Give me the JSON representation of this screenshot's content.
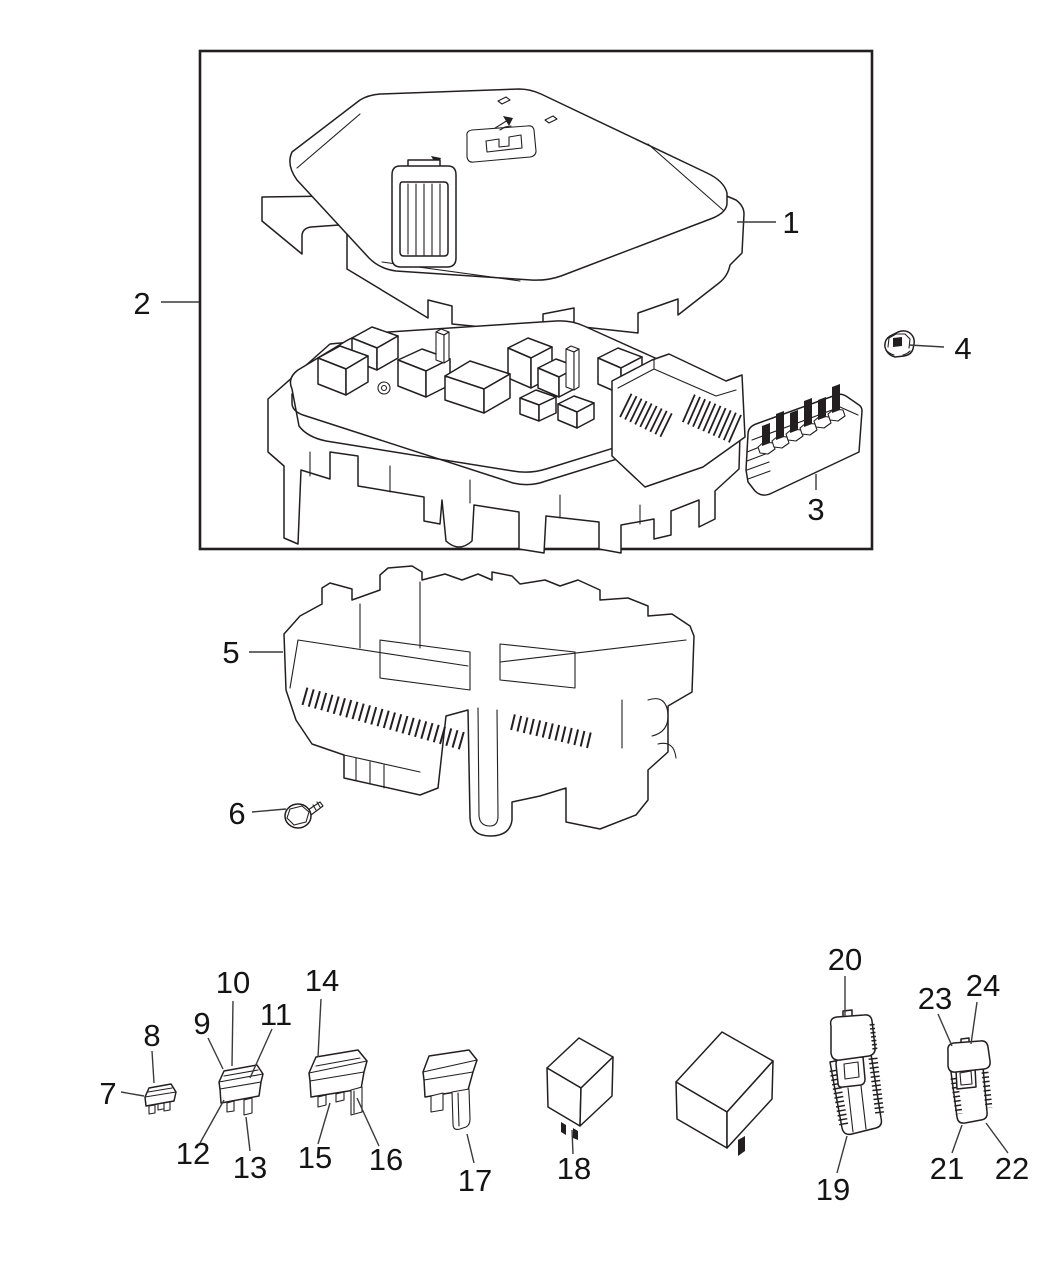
{
  "colors": {
    "background": "#ffffff",
    "line": "#231f20",
    "label": "#141414"
  },
  "callouts": [
    {
      "id": 1,
      "label": "1"
    },
    {
      "id": 2,
      "label": "2"
    },
    {
      "id": 3,
      "label": "3"
    },
    {
      "id": 4,
      "label": "4"
    },
    {
      "id": 5,
      "label": "5"
    },
    {
      "id": 6,
      "label": "6"
    },
    {
      "id": 7,
      "label": "7"
    },
    {
      "id": 8,
      "label": "8"
    },
    {
      "id": 9,
      "label": "9"
    },
    {
      "id": 10,
      "label": "10"
    },
    {
      "id": 11,
      "label": "11"
    },
    {
      "id": 12,
      "label": "12"
    },
    {
      "id": 13,
      "label": "13"
    },
    {
      "id": 14,
      "label": "14"
    },
    {
      "id": 15,
      "label": "15"
    },
    {
      "id": 16,
      "label": "16"
    },
    {
      "id": 17,
      "label": "17"
    },
    {
      "id": 18,
      "label": "18"
    },
    {
      "id": 19,
      "label": "19"
    },
    {
      "id": 20,
      "label": "20"
    },
    {
      "id": 21,
      "label": "21"
    },
    {
      "id": 22,
      "label": "22"
    },
    {
      "id": 23,
      "label": "23"
    },
    {
      "id": 24,
      "label": "24"
    }
  ]
}
